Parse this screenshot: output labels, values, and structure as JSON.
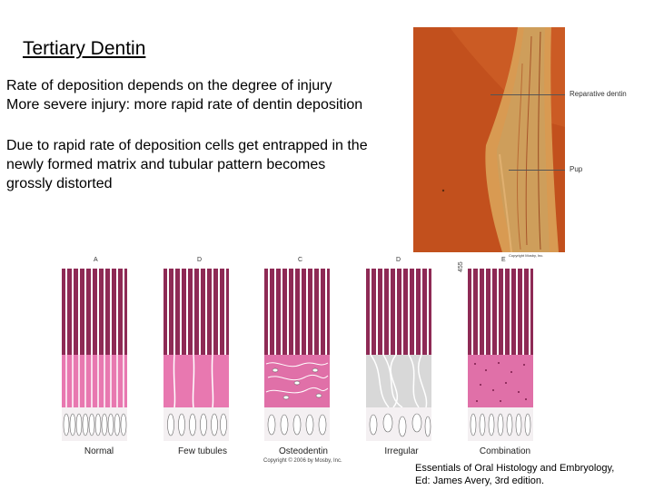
{
  "title": "Tertiary Dentin",
  "para1": [
    "Rate of deposition depends on the degree of injury",
    "More severe injury: more rapid rate of dentin deposition"
  ],
  "para2": [
    "Due to rapid rate of deposition cells get entrapped in the",
    "newly formed matrix and tubular pattern becomes",
    "grossly distorted"
  ],
  "micrograph": {
    "label_reparative": "Reparative  dentin",
    "label_pulp": "Pup",
    "small_credit": "Copyright Mosby, Inc."
  },
  "diagram": {
    "panels": [
      {
        "letter": "A",
        "caption": "Normal"
      },
      {
        "letter": "D",
        "caption": "Few  tubules"
      },
      {
        "letter": "C",
        "caption": "Osteodentin"
      },
      {
        "letter": "D",
        "caption": "Irregular"
      },
      {
        "letter": "E",
        "caption": "Combination"
      }
    ],
    "copyright": "Copyright © 2006 by Mosby, Inc.",
    "side_mark": "455"
  },
  "reference": [
    "Essentials of Oral Histology and Embryology,",
    "Ed: James Avery, 3rd edition."
  ]
}
